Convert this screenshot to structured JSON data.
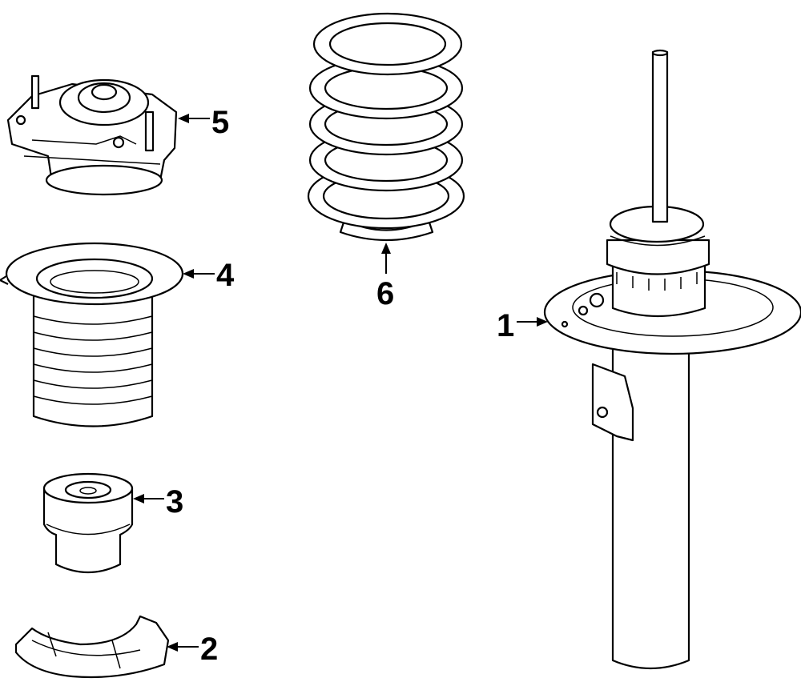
{
  "diagram": {
    "colors": {
      "line": "#000000",
      "background": "#ffffff"
    },
    "callouts": [
      {
        "id": "1",
        "label": "1"
      },
      {
        "id": "2",
        "label": "2"
      },
      {
        "id": "3",
        "label": "3"
      },
      {
        "id": "4",
        "label": "4"
      },
      {
        "id": "5",
        "label": "5"
      },
      {
        "id": "6",
        "label": "6"
      }
    ]
  }
}
